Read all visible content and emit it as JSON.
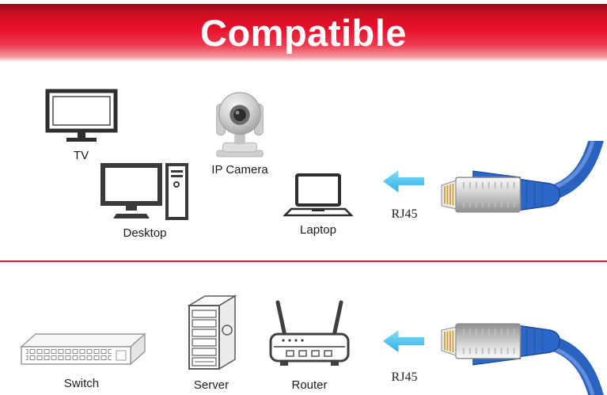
{
  "banner": {
    "title": "Compatible"
  },
  "sections": {
    "top": {
      "devices": [
        {
          "label": "TV"
        },
        {
          "label": "Desktop"
        },
        {
          "label": "IP Camera"
        },
        {
          "label": "Laptop"
        }
      ],
      "rj45_label": "RJ45"
    },
    "bottom": {
      "devices": [
        {
          "label": "Switch"
        },
        {
          "label": "Server"
        },
        {
          "label": "Router"
        }
      ],
      "rj45_label": "RJ45"
    }
  },
  "colors": {
    "banner_red": "#e8112d",
    "divider_red": "#e8112d",
    "arrow_cyan": "#3db9ea",
    "cable_blue": "#2d68c8"
  }
}
